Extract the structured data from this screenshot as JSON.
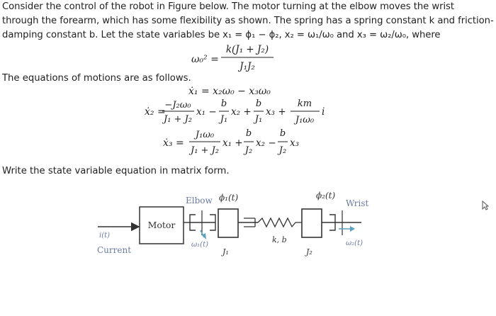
{
  "problem": {
    "line1": "Consider the control of the robot in Figure below. The motor turning at the elbow moves the wrist",
    "line2": "through the forearm, which has some flexibility as shown. The spring has a spring constant k and friction-",
    "line3": "damping constant b. Let the state variables be x₁ = ϕ₁ − ϕ₂, x₂ = ω₁/ω₀ and x₃ = ω₂/ω₀, where"
  },
  "omega_eq": {
    "lhs": "ω₀² =",
    "num": "k(J₁ + J₂)",
    "den": "J₁J₂"
  },
  "motion_intro": "The equations of motions are as follows.",
  "equations": {
    "x1_lhs": "ẋ₁ = x₂ω₀ − x₃ω₀",
    "x2_lhs": "ẋ₂ =",
    "x2_t1_num": "−J₂ω₀",
    "x2_t1_den": "J₁ + J₂",
    "x2_t1_var": "x₁ −",
    "x2_t2_num": "b",
    "x2_t2_den": "J₁",
    "x2_t2_var": "x₂ +",
    "x2_t3_num": "b",
    "x2_t3_den": "J₁",
    "x2_t3_var": "x₃ +",
    "x2_t4_num": "km",
    "x2_t4_den": "J₁ω₀",
    "x2_t4_var": "i",
    "x3_lhs": "ẋ₃ =",
    "x3_t1_num": "J₁ω₀",
    "x3_t1_den": "J₁ + J₂",
    "x3_t1_var": "x₁ +",
    "x3_t2_num": "b",
    "x3_t2_den": "J₂",
    "x3_t2_var": "x₂ −",
    "x3_t3_num": "b",
    "x3_t3_den": "J₂",
    "x3_t3_var": "x₃"
  },
  "task": "Write the state variable equation in matrix form.",
  "diagram": {
    "input_label": "i(t)",
    "current_label": "Current",
    "motor_label": "Motor",
    "elbow_label": "Elbow",
    "phi1_label": "ϕ₁(t)",
    "phi2_label": "ϕ₂(t)",
    "wrist_label": "Wrist",
    "omega1_label": "ω₁(t)",
    "j1_label": "J₁",
    "kb_label": "k, b",
    "j2_label": "J₂",
    "omega2_label": "ω₂(t)"
  }
}
